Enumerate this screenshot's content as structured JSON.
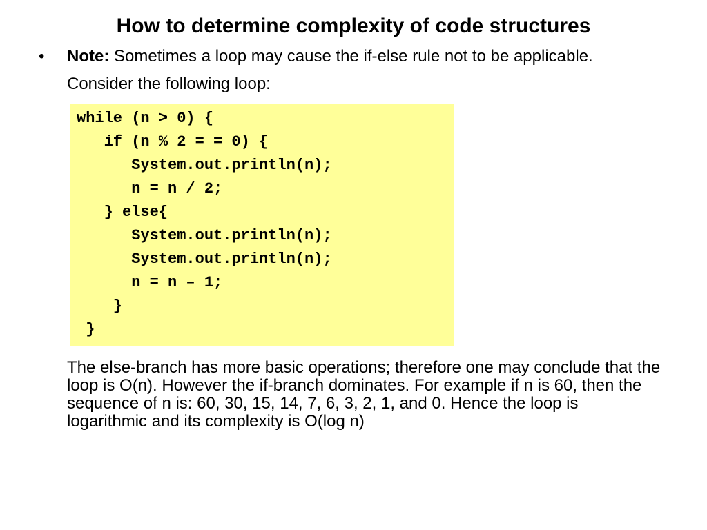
{
  "slide": {
    "title": "How to determine complexity of code structures",
    "bullet_char": "•",
    "note_label": "Note:",
    "note_text": " Sometimes a loop may cause the if-else rule not to be applicable. Consider the following loop:",
    "code_background": "#ffff99",
    "code_lines": [
      "while (n > 0) {",
      "   if (n % 2 = = 0) {",
      "      System.out.println(n);",
      "      n = n / 2;",
      "   } else{",
      "      System.out.println(n);",
      "      System.out.println(n);",
      "      n = n – 1;",
      "    }",
      " }"
    ],
    "explanation": "The else-branch has more basic operations; therefore one may conclude that the loop is O(n). However the if-branch dominates. For example if n is 60, then the sequence of n is: 60, 30, 15, 14, 7, 6, 3, 2, 1, and 0. Hence the loop is logarithmic and its complexity is O(log n)"
  }
}
